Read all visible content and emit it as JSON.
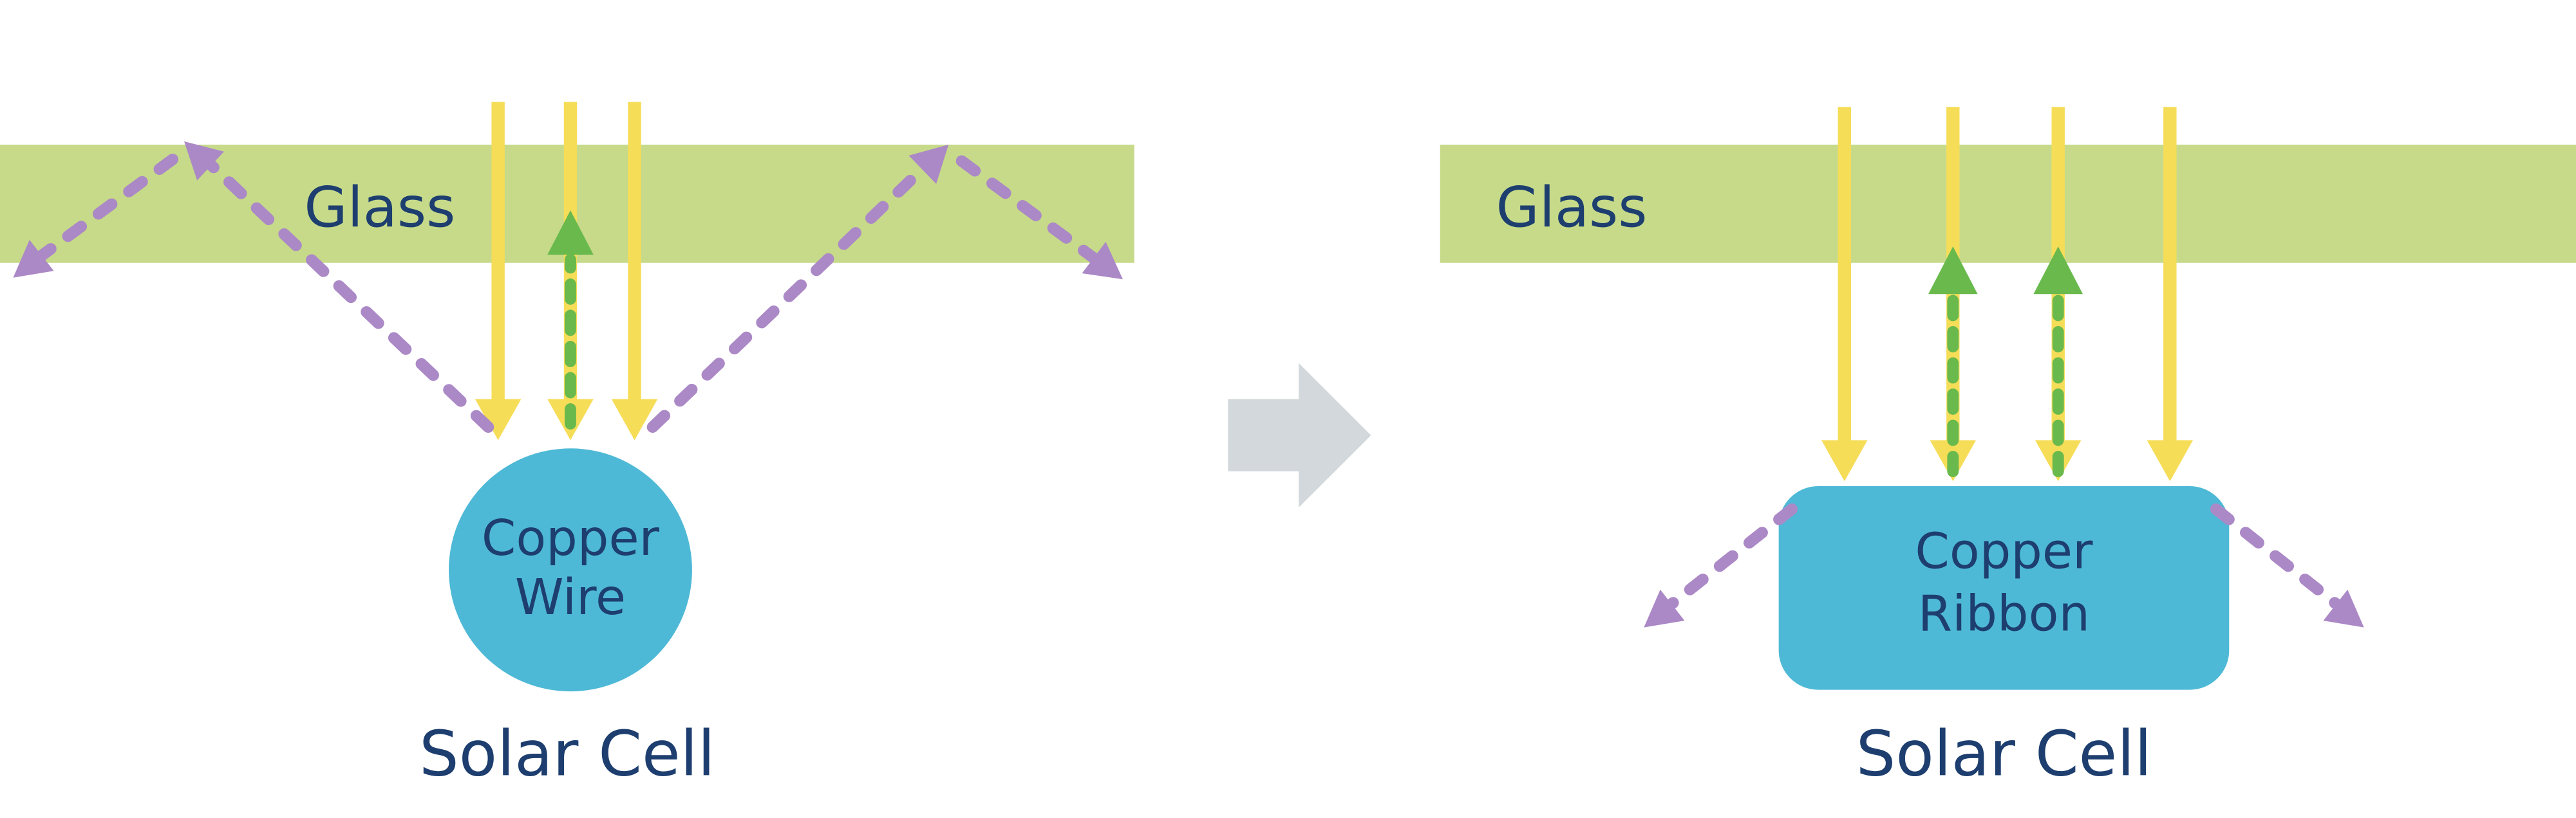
{
  "diagram": {
    "left_panel": {
      "glass_label": "Glass",
      "conductor_line1": "Copper",
      "conductor_line2": "Wire",
      "caption": "Solar Cell"
    },
    "right_panel": {
      "glass_label": "Glass",
      "conductor_line1": "Copper",
      "conductor_line2": "Ribbon",
      "caption": "Solar Cell"
    },
    "colors": {
      "glass_green": "#c6da89",
      "sunlight_yellow": "#f6dd58",
      "reflected_green": "#69b94d",
      "scattered_purple": "#ab88c6",
      "copper_blue": "#4eb9d6",
      "label_navy": "#1d3e6f",
      "transition_gray": "#d2d8db"
    }
  }
}
